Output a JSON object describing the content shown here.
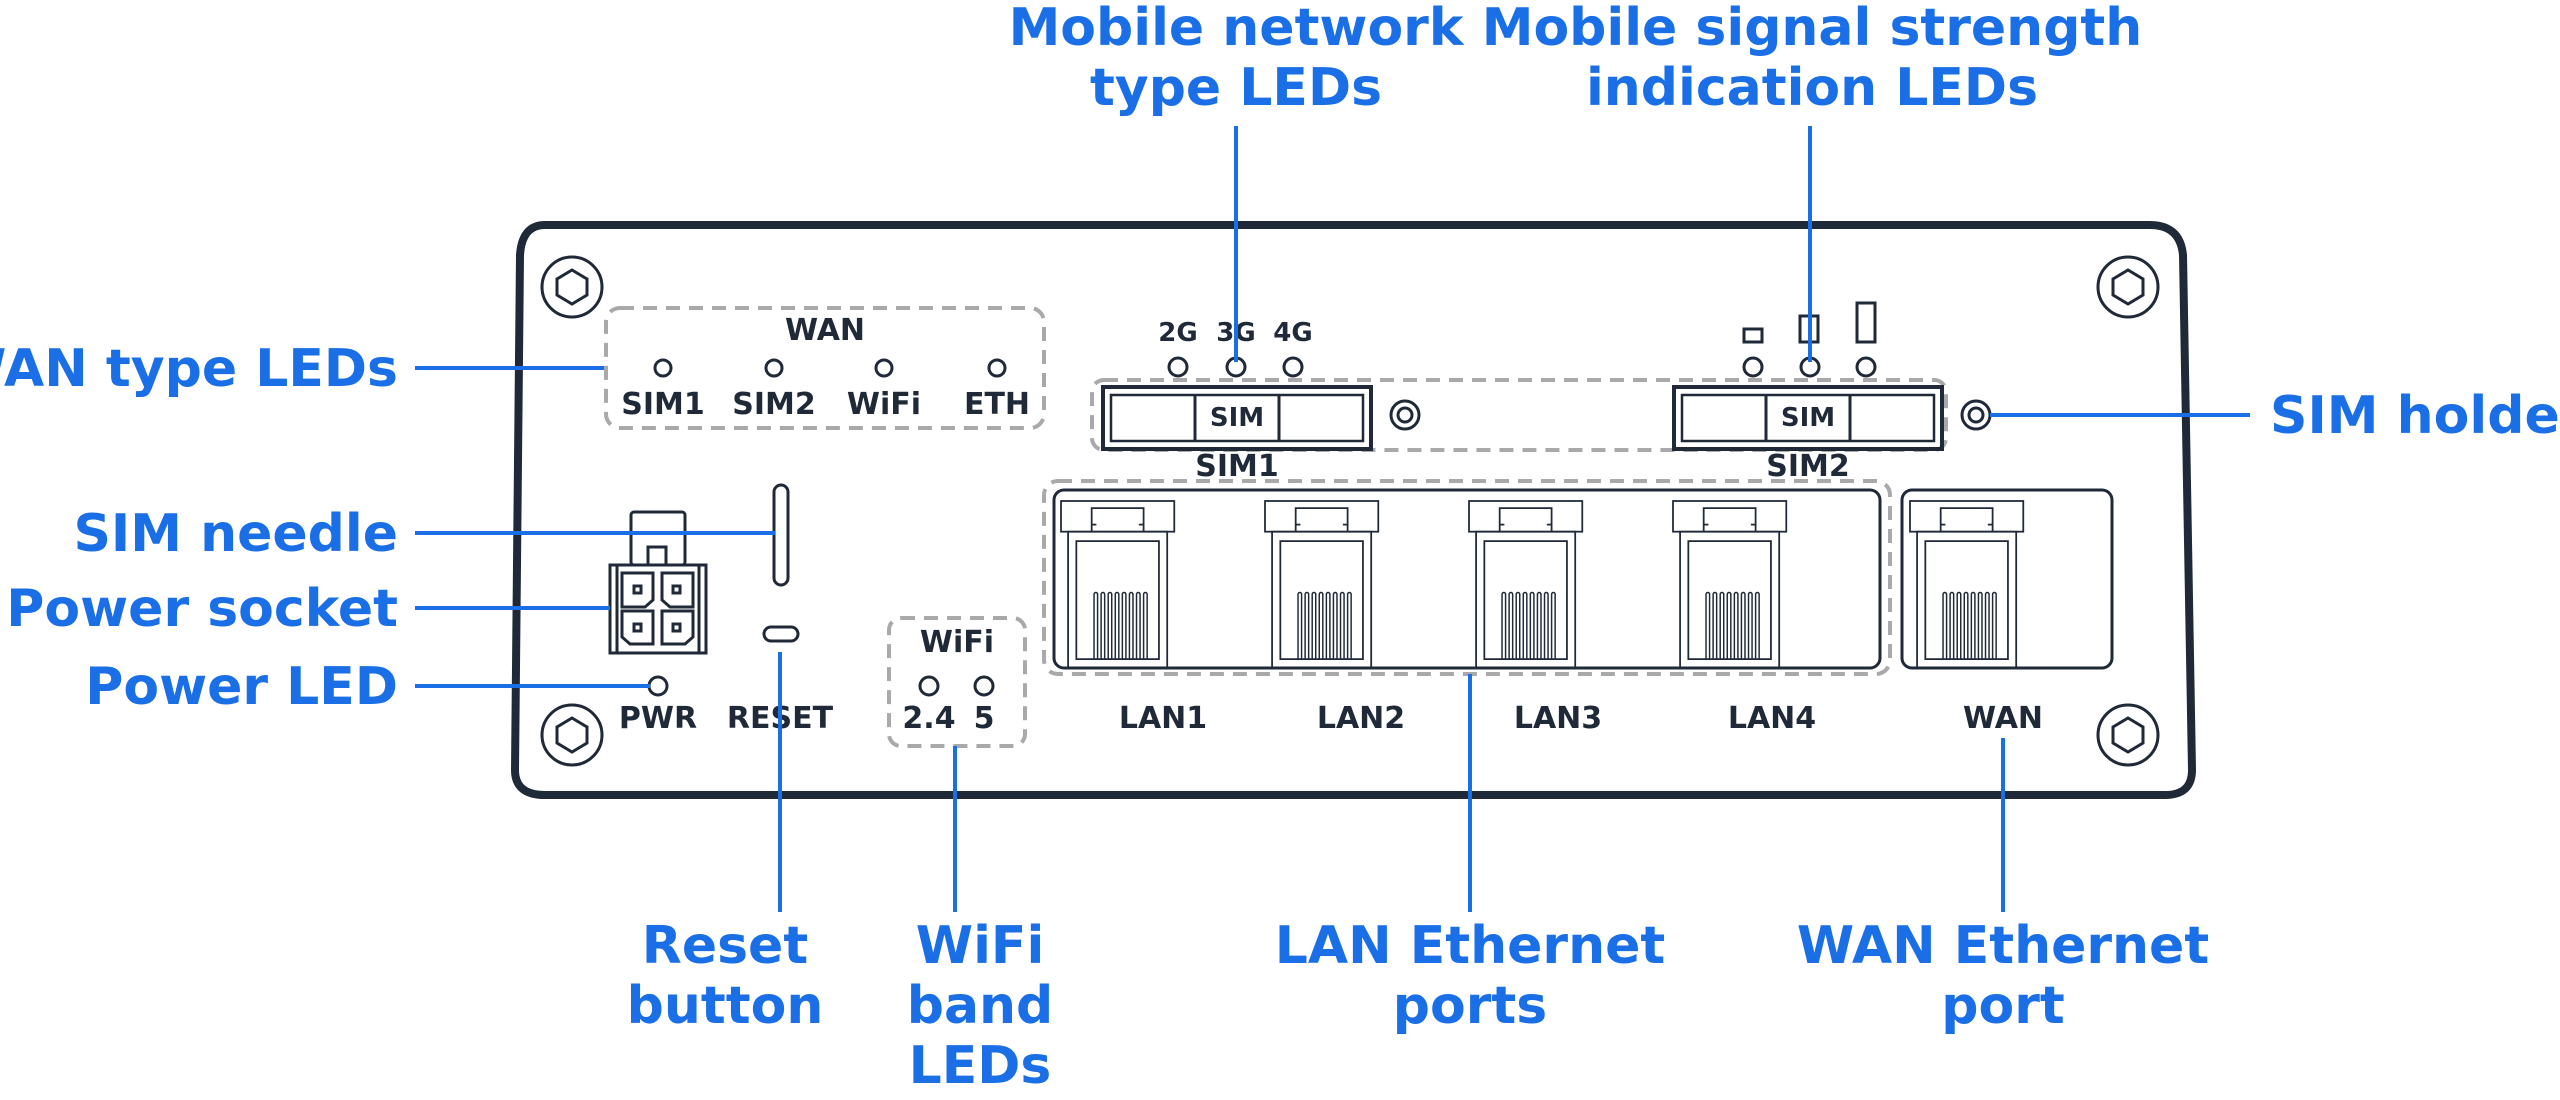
{
  "title": "Router front panel diagram",
  "colors": {
    "callout": "#1a6ee6",
    "outline": "#1f2937",
    "dashed": "#a9a9ab"
  },
  "callouts": {
    "mobile_network_type": [
      "Mobile network",
      "type LEDs"
    ],
    "mobile_signal_strength": [
      "Mobile signal strength",
      "indication LEDs"
    ],
    "wan_type_leds": "WAN type LEDs",
    "sim_holders": "SIM holders",
    "sim_needle": "SIM needle",
    "power_socket": "Power socket",
    "power_led": "Power LED",
    "reset_button": [
      "Reset",
      "button"
    ],
    "wifi_band_leds": [
      "WiFi",
      "band",
      "LEDs"
    ],
    "lan_ethernet_ports": [
      "LAN Ethernet",
      "ports"
    ],
    "wan_ethernet_port": [
      "WAN Ethernet",
      "port"
    ]
  },
  "panel": {
    "wan_group_title": "WAN",
    "wan_leds": [
      "SIM1",
      "SIM2",
      "WiFi",
      "ETH"
    ],
    "network_types": [
      "2G",
      "3G",
      "4G"
    ],
    "sim_slot_label": "SIM",
    "sim_labels": [
      "SIM1",
      "SIM2"
    ],
    "pwr_label": "PWR",
    "reset_label": "RESET",
    "wifi_group_title": "WiFi",
    "wifi_bands": [
      "2.4",
      "5"
    ],
    "lan_ports": [
      "LAN1",
      "LAN2",
      "LAN3",
      "LAN4"
    ],
    "wan_port": "WAN"
  }
}
